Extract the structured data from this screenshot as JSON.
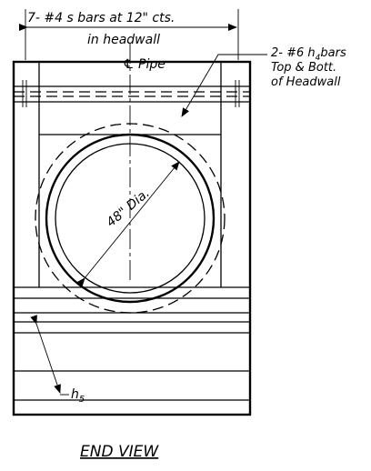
{
  "drawing": {
    "title": "END VIEW",
    "labels": {
      "s_bars_line1": "7- #4  s bars at 12\" cts.",
      "s_bars_line2": "in headwall",
      "pipe_center": "℄ Pipe",
      "h4_line1": "2- #6  h",
      "h4_sub": "4",
      "h4_line1_tail": "bars",
      "h4_line2": "Top & Bott.",
      "h4_line3": "of Headwall",
      "diameter": "48\" Dia.",
      "h5_main": "h",
      "h5_sub": "5"
    }
  }
}
